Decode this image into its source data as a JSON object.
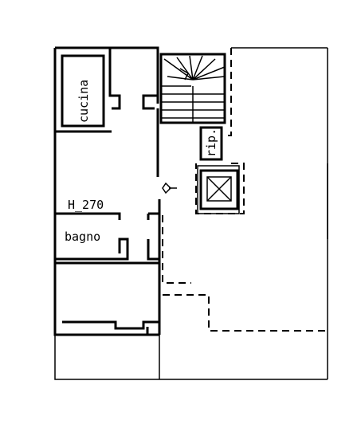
{
  "rooms": {
    "kitchen": "cucina",
    "bathroom": "bagno",
    "storage": "rip."
  },
  "height_label": "H_270",
  "colors": {
    "ink": "#000000",
    "paper": "#ffffff"
  }
}
